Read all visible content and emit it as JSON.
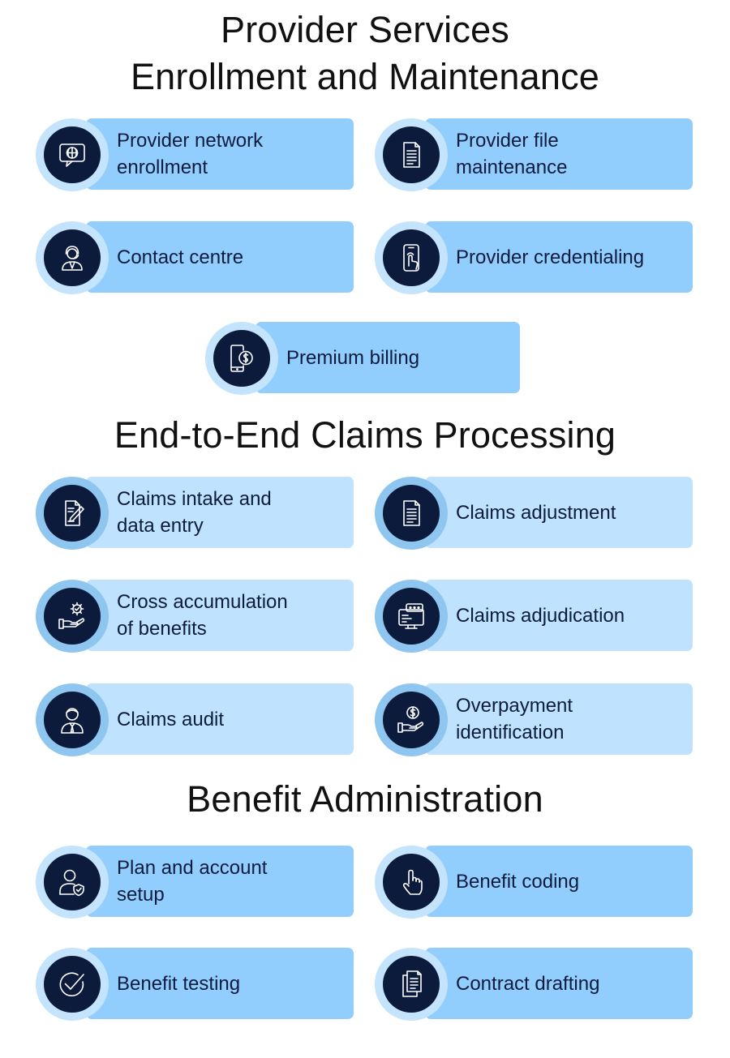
{
  "sections": [
    {
      "title_lines": [
        "Provider Services",
        "Enrollment and Maintenance"
      ]
    },
    {
      "title_lines": [
        "End-to-End Claims Processing"
      ]
    },
    {
      "title_lines": [
        "Benefit Administration"
      ]
    }
  ],
  "items": [
    {
      "label": "Provider network\nenrollment",
      "icon": "globe-chat-icon"
    },
    {
      "label": "Provider file\nmaintenance",
      "icon": "document-icon"
    },
    {
      "label": "Contact centre",
      "icon": "headset-agent-icon"
    },
    {
      "label": "Provider credentialing",
      "icon": "phone-touch-icon"
    },
    {
      "label": "Premium billing",
      "icon": "mobile-dollar-icon"
    },
    {
      "label": "Claims intake and\ndata entry",
      "icon": "form-pen-icon"
    },
    {
      "label": "Claims adjustment",
      "icon": "document-icon"
    },
    {
      "label": "Cross accumulation\nof benefits",
      "icon": "hand-gear-icon"
    },
    {
      "label": "Claims adjudication",
      "icon": "monitor-chat-icon"
    },
    {
      "label": "Claims audit",
      "icon": "businessman-icon"
    },
    {
      "label": "Overpayment\nidentification",
      "icon": "hand-dollar-icon"
    },
    {
      "label": "Plan and account\nsetup",
      "icon": "user-shield-icon"
    },
    {
      "label": "Benefit coding",
      "icon": "pointer-hand-icon"
    },
    {
      "label": "Benefit testing",
      "icon": "checkmark-circle-icon"
    },
    {
      "label": "Contract drafting",
      "icon": "documents-icon"
    }
  ],
  "colors": {
    "pill_dark_section": "#92cefd",
    "pill_light_section": "#bfe3fe",
    "icon_disc": "#0c1b3c",
    "icon_halo_pale": "#c4e4fd",
    "icon_halo_mid": "#8ec6ef"
  }
}
